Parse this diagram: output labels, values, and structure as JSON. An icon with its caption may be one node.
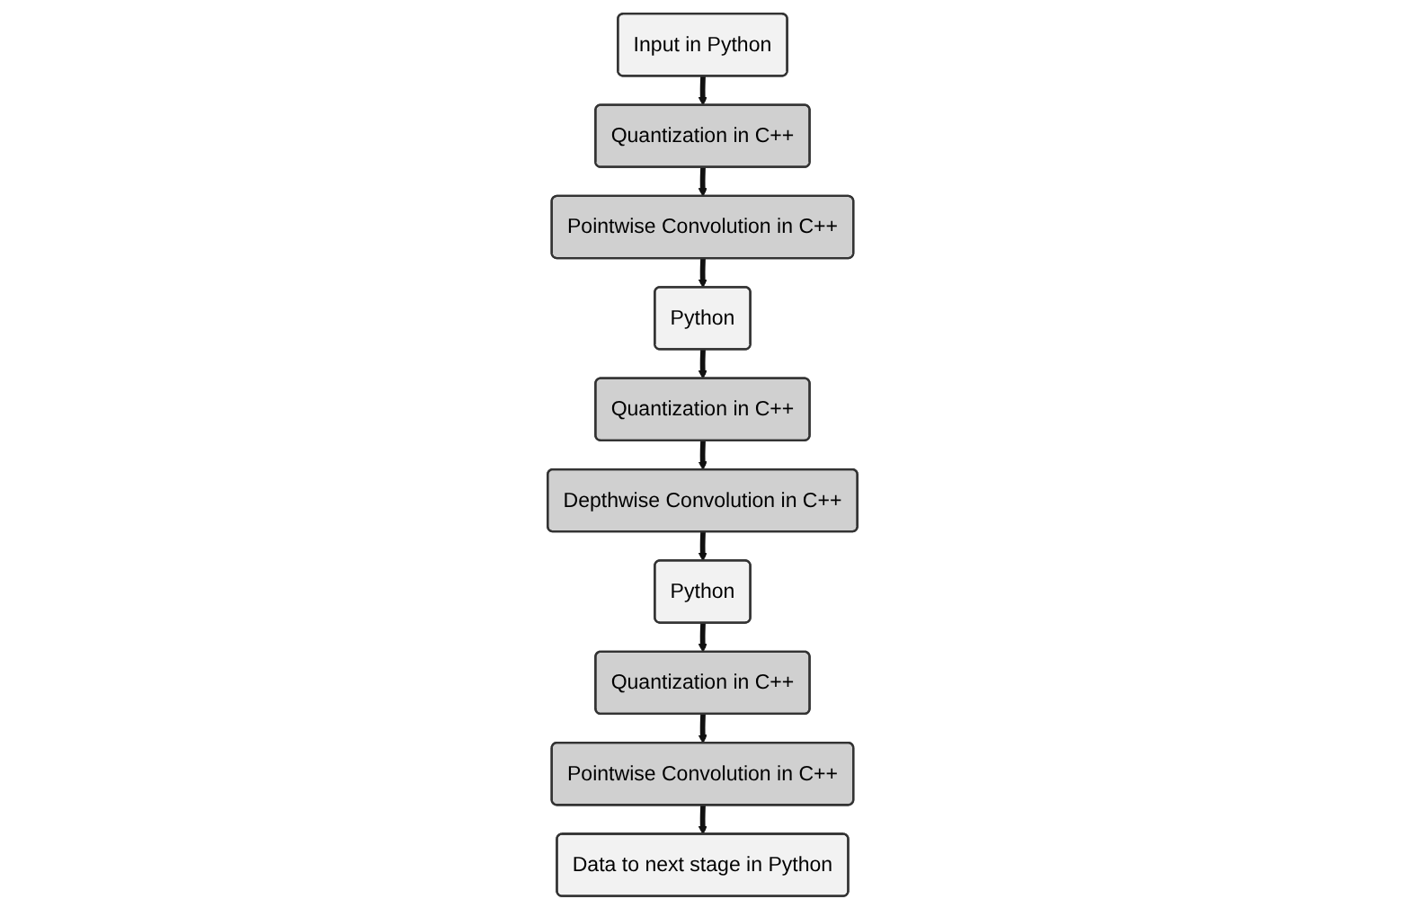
{
  "diagram": {
    "nodes": [
      {
        "text": [
          "Input in Python"
        ]
      },
      {
        "text": [
          "Quantization in C++"
        ]
      },
      {
        "text": [
          "Pointwise Convolution in C++"
        ]
      },
      {
        "text": [
          "Python"
        ]
      },
      {
        "text": [
          "Quantization in C++"
        ]
      },
      {
        "text": [
          "Depthwise Convolution in C++"
        ]
      },
      {
        "text": [
          "Python"
        ]
      },
      {
        "text": [
          "Quantization in C++"
        ]
      },
      {
        "text": [
          "Pointwise Convolution in C++"
        ]
      },
      {
        "text": [
          "Data to next stage in Python"
        ]
      }
    ],
    "edges": [
      {
        "from": 0,
        "to": 1,
        "arrow": "to"
      },
      {
        "from": 1,
        "to": 2,
        "arrow": "to"
      },
      {
        "from": 2,
        "to": 3,
        "arrow": "to"
      },
      {
        "from": 3,
        "to": 4,
        "arrow": "to"
      },
      {
        "from": 4,
        "to": 5,
        "arrow": "to"
      },
      {
        "from": 5,
        "to": 6,
        "arrow": "to"
      },
      {
        "from": 6,
        "to": 7,
        "arrow": "to"
      },
      {
        "from": 7,
        "to": 8,
        "arrow": "to"
      },
      {
        "from": 8,
        "to": 9,
        "arrow": "to"
      }
    ]
  }
}
